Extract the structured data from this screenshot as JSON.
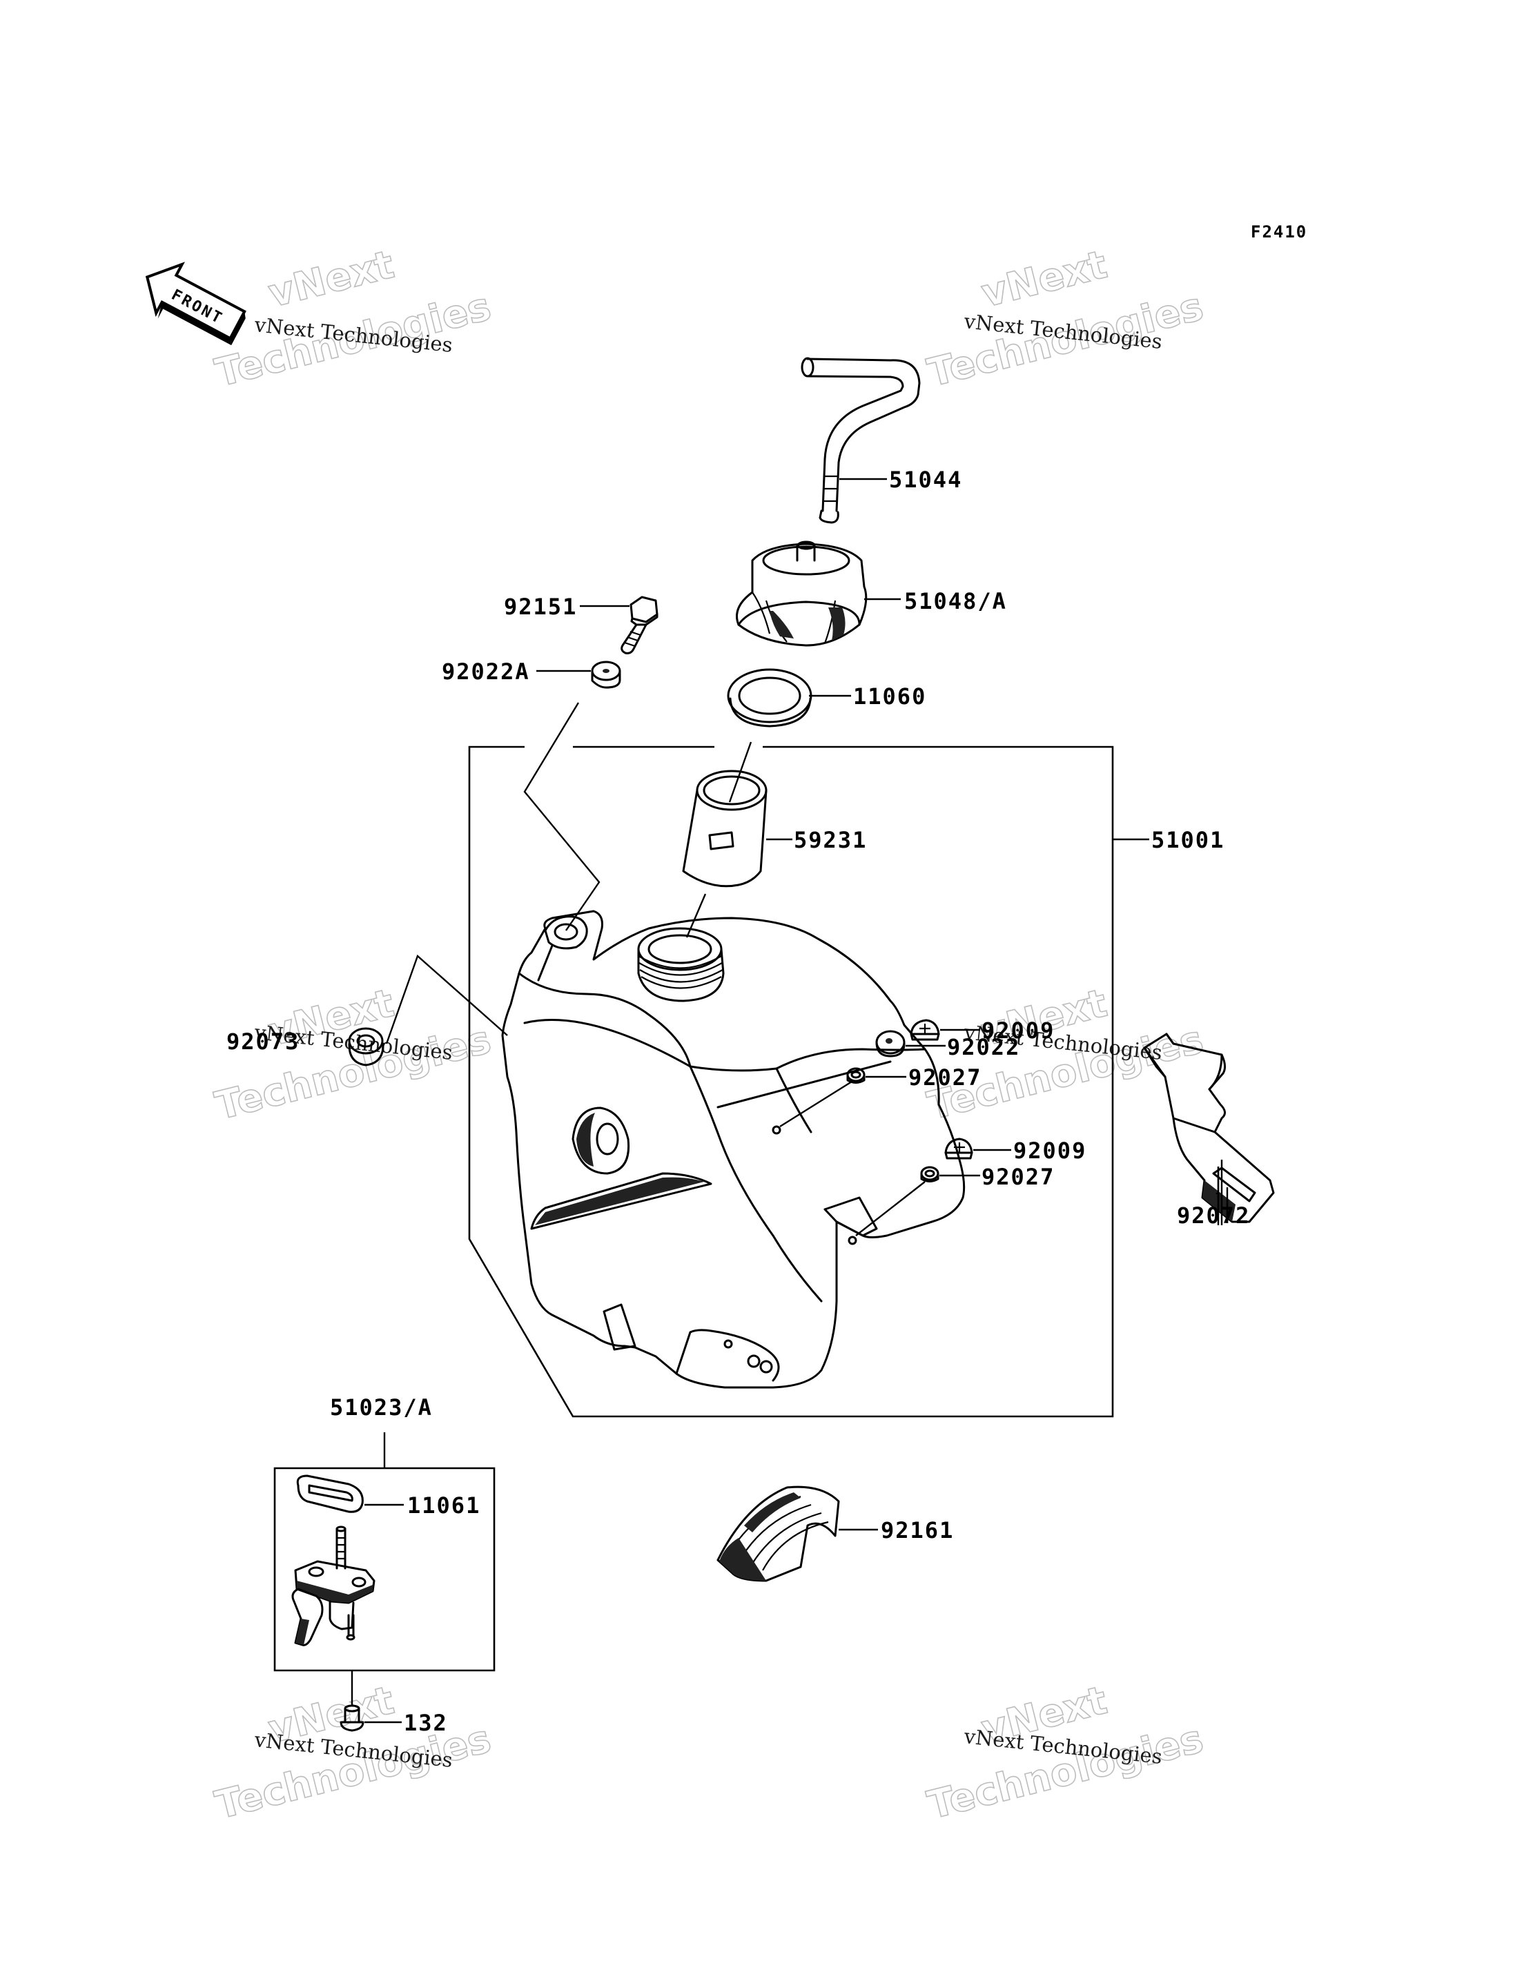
{
  "diagram_code": "F2410",
  "front_indicator": "FRONT",
  "watermark": {
    "line1": "vNext",
    "line2": "Technologies",
    "caption": "vNext Technologies"
  },
  "parts": [
    {
      "id": "p51044",
      "label": "51044"
    },
    {
      "id": "p51048a",
      "label": "51048/A"
    },
    {
      "id": "p92151",
      "label": "92151"
    },
    {
      "id": "p92022a",
      "label": "92022A"
    },
    {
      "id": "p11060",
      "label": "11060"
    },
    {
      "id": "p59231",
      "label": "59231"
    },
    {
      "id": "p51001",
      "label": "51001"
    },
    {
      "id": "p92009a",
      "label": "92009"
    },
    {
      "id": "p92022",
      "label": "92022"
    },
    {
      "id": "p92027a",
      "label": "92027"
    },
    {
      "id": "p92073",
      "label": "92073"
    },
    {
      "id": "p92009b",
      "label": "92009"
    },
    {
      "id": "p92027b",
      "label": "92027"
    },
    {
      "id": "p92072",
      "label": "92072"
    },
    {
      "id": "p51023a",
      "label": "51023/A"
    },
    {
      "id": "p11061",
      "label": "11061"
    },
    {
      "id": "p92161",
      "label": "92161"
    },
    {
      "id": "p132",
      "label": "132"
    }
  ]
}
